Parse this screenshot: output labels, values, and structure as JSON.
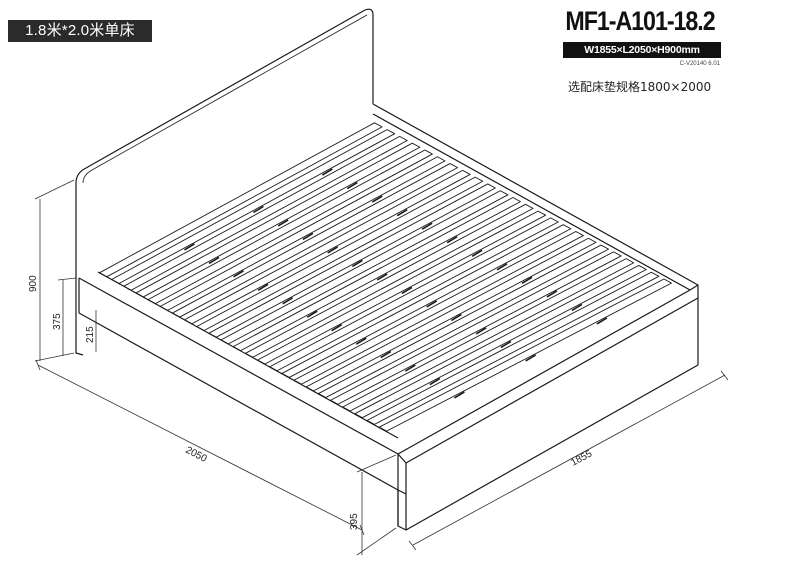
{
  "header": {
    "size_tag": "1.8米*2.0米单床",
    "model": "MF1-A101-18.2",
    "dimensions": "W1855×L2050×H900mm",
    "code": "C-V20140 6.01",
    "mattress_spec": "选配床垫规格1800×2000"
  },
  "dimension_labels": {
    "height_total": "900",
    "height_side_rail": "375",
    "height_rail_inner": "215",
    "length": "2050",
    "width": "1855",
    "height_footboard": "395"
  },
  "colors": {
    "line": "#1a1a1a",
    "tag_bg": "#2b2b2b",
    "dim_line": "#333333"
  }
}
